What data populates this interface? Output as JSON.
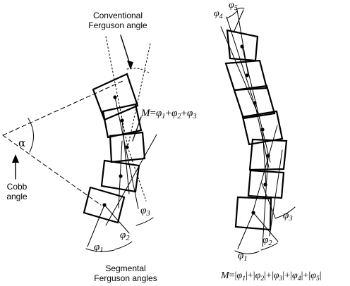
{
  "labels": {
    "conventional": [
      "Conventional",
      "Ferguson angle"
    ],
    "cobb": [
      "Cobb",
      "angle"
    ],
    "segmental": [
      "Segmental",
      "Ferguson angles"
    ],
    "alpha": "α"
  },
  "formulas": {
    "left": {
      "M": "M",
      "eq": "=",
      "terms": [
        [
          "φ",
          "1"
        ],
        [
          "φ",
          "2"
        ],
        [
          "φ",
          "3"
        ]
      ],
      "sep": "+"
    },
    "right": {
      "M": "M",
      "eq": "=",
      "terms": [
        [
          "φ",
          "1"
        ],
        [
          "φ",
          "2"
        ],
        [
          "φ",
          "3"
        ],
        [
          "φ",
          "4"
        ],
        [
          "φ",
          "5"
        ]
      ],
      "sep": "+",
      "bar": "|"
    }
  },
  "phi": {
    "left": [
      [
        "φ",
        "1"
      ],
      [
        "φ",
        "2"
      ],
      [
        "φ",
        "3"
      ]
    ],
    "right": [
      [
        "φ",
        "1"
      ],
      [
        "φ",
        "2"
      ],
      [
        "φ",
        "3"
      ],
      [
        "φ",
        "4"
      ],
      [
        "φ",
        "5"
      ]
    ]
  },
  "colors": {
    "ink": "#000000",
    "background": "#ffffff"
  }
}
